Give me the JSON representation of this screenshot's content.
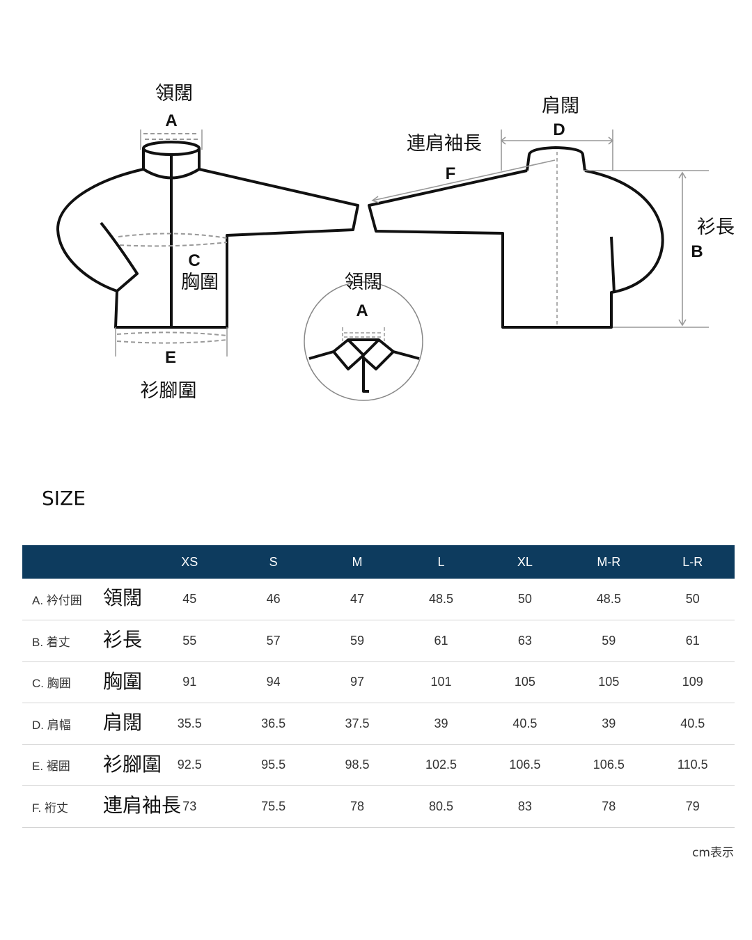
{
  "diagram": {
    "front_collar_label": "領闊",
    "front_collar_letter": "A",
    "chest_letter": "C",
    "chest_label": "胸圍",
    "hem_letter": "E",
    "hem_label": "衫腳圍",
    "inset_collar_label": "領闊",
    "inset_collar_letter": "A",
    "shoulder_label": "肩闊",
    "shoulder_letter": "D",
    "sleeve_label": "連肩袖長",
    "sleeve_letter": "F",
    "length_label": "衫長",
    "length_letter": "B"
  },
  "size_title": "SIZE",
  "table": {
    "columns": [
      "",
      "XS",
      "S",
      "M",
      "L",
      "XL",
      "M-R",
      "L-R"
    ],
    "rows": [
      {
        "label": "A. 衿付囲",
        "zh": "領闊",
        "values": [
          "45",
          "46",
          "47",
          "48.5",
          "50",
          "48.5",
          "50"
        ]
      },
      {
        "label": "B. 着丈",
        "zh": "衫長",
        "values": [
          "55",
          "57",
          "59",
          "61",
          "63",
          "59",
          "61"
        ]
      },
      {
        "label": "C. 胸囲",
        "zh": "胸圍",
        "values": [
          "91",
          "94",
          "97",
          "101",
          "105",
          "105",
          "109"
        ]
      },
      {
        "label": "D. 肩幅",
        "zh": "肩闊",
        "values": [
          "35.5",
          "36.5",
          "37.5",
          "39",
          "40.5",
          "39",
          "40.5"
        ]
      },
      {
        "label": "E. 裾囲",
        "zh": "衫腳圍",
        "values": [
          "92.5",
          "95.5",
          "98.5",
          "102.5",
          "106.5",
          "106.5",
          "110.5"
        ]
      },
      {
        "label": "F. 裄丈",
        "zh": "連肩袖長",
        "values": [
          "73",
          "75.5",
          "78",
          "80.5",
          "83",
          "78",
          "79"
        ]
      }
    ]
  },
  "unit_note": "cm表示",
  "colors": {
    "header_bg": "#0d3b5e"
  }
}
